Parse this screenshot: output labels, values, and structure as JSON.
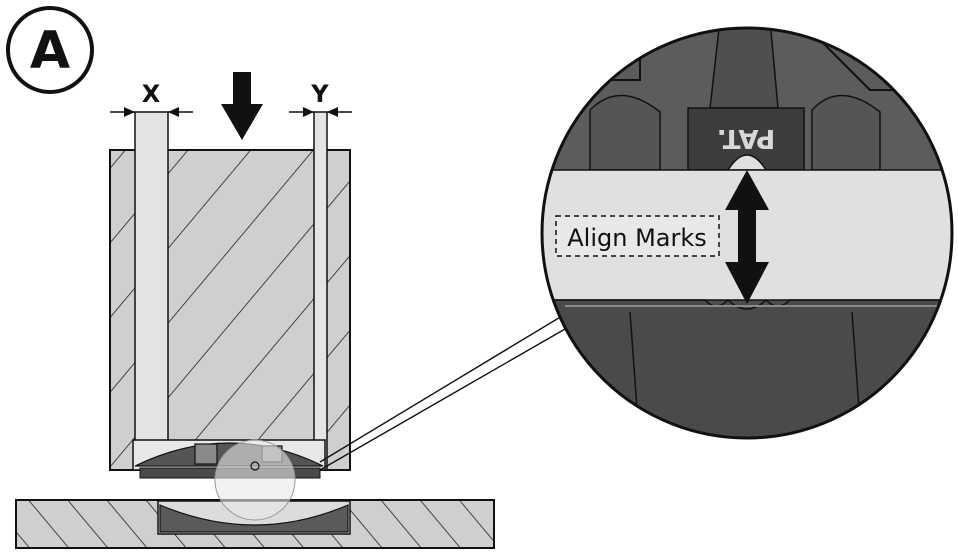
{
  "figure": {
    "panel_label": "A",
    "dim_x_label": "X",
    "dim_y_label": "Y",
    "callout_label": "Align Marks",
    "stamp_text": "PAT."
  },
  "colors": {
    "stroke": "#111111",
    "block_fill": "#cfcfcf",
    "slot_fill": "#e4e4e4",
    "detail_dark": "#4a4a4a",
    "detail_mid": "#5c5c5c",
    "gap_band": "#e0e0e0"
  }
}
